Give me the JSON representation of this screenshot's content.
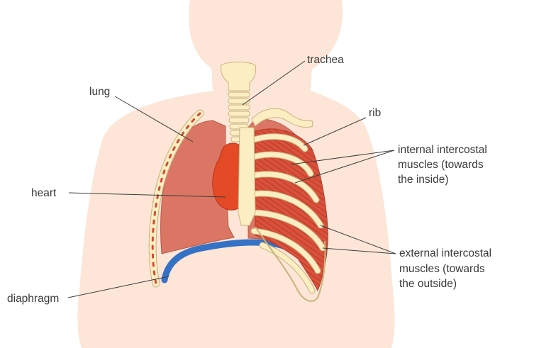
{
  "labels": {
    "trachea": "trachea",
    "lung": "lung",
    "rib": "rib",
    "internal_line1": "internal intercostal",
    "internal_line2": "muscles (towards",
    "internal_line3": "the inside)",
    "heart": "heart",
    "external_line1": "external intercostal",
    "external_line2": "muscles (towards",
    "external_line3": "the outside)",
    "diaphragm": "diaphragm"
  },
  "colors": {
    "body": "#fde6d7",
    "lung": "#da7663",
    "heart": "#e34a25",
    "bone": "#fbeec2",
    "bone_outline": "#c9b37e",
    "muscle": "#d44a36",
    "diaphragm": "#3572c6"
  }
}
